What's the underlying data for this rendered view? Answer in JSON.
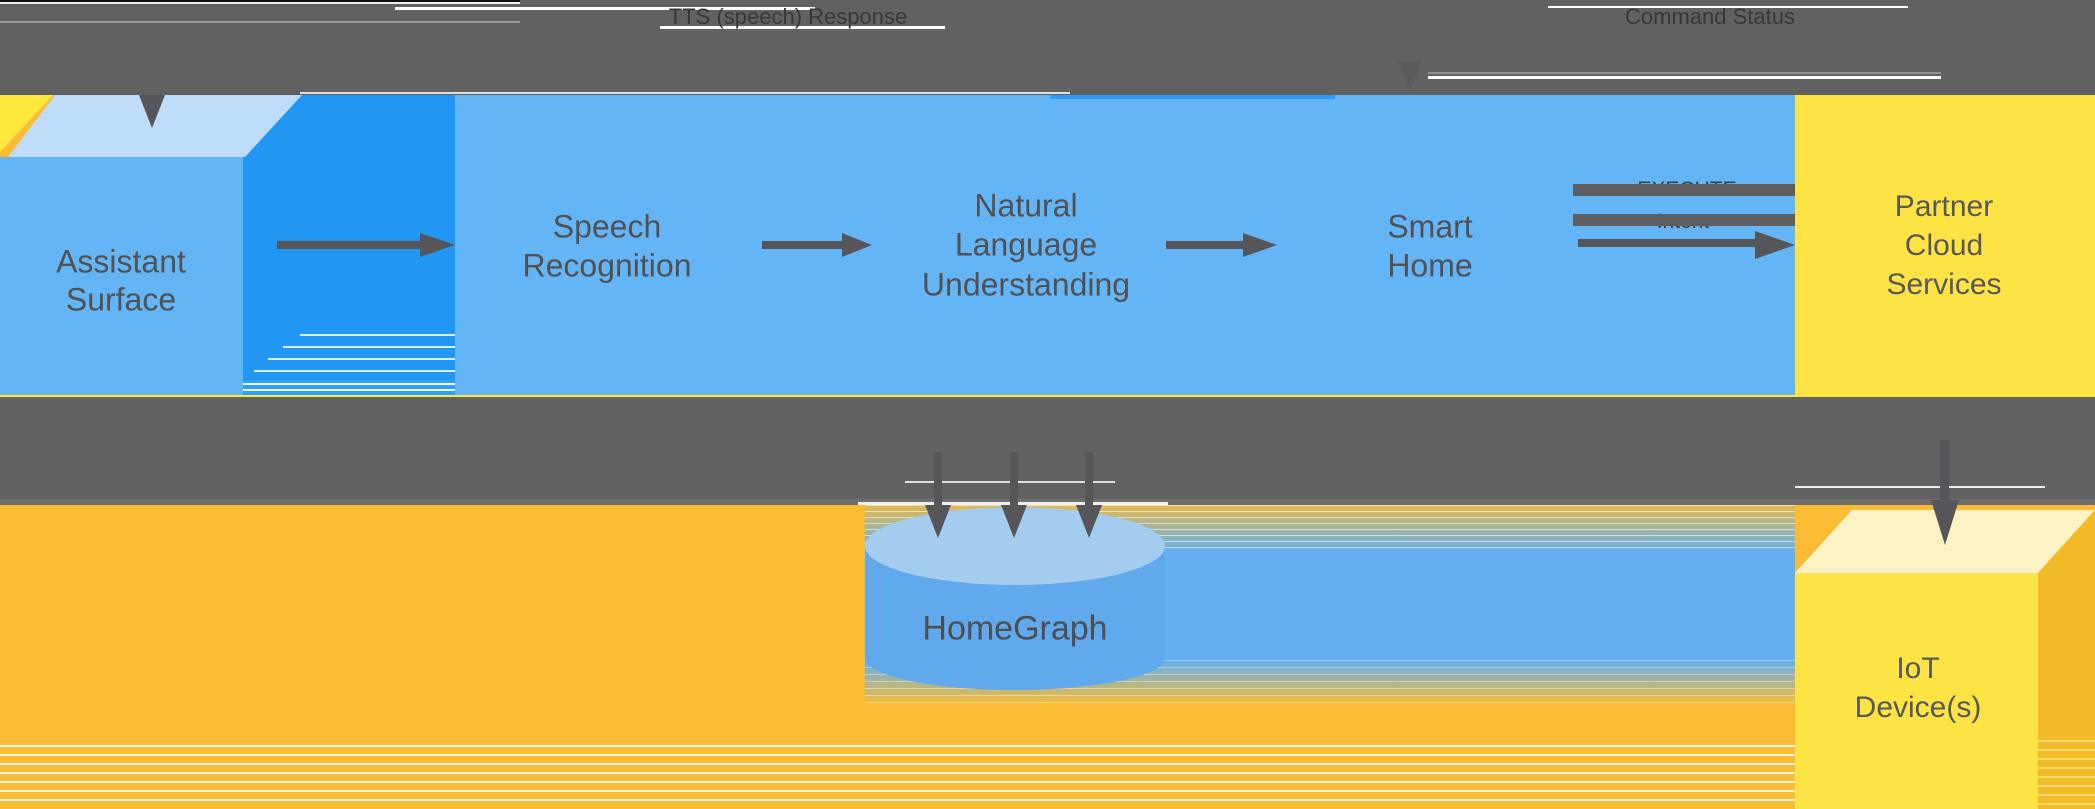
{
  "title": "Google Assistant smart home architecture diagram (glitched screenshot)",
  "colors": {
    "glitch_band_gray": "#616161",
    "arrow_gray": "#56565A",
    "pipeline_panel_blue": "#64B5F6",
    "box_side_blue": "#2196F3",
    "box_top_light_blue": "#BFDDF8",
    "cylinder_top_blue": "#A4CCEE",
    "cylinder_body_blue": "#60A9EC",
    "partner_yellow": "#FDE444",
    "iot_top_pale_yellow": "#FBF3C4",
    "iot_side_orange": "#F3BA28",
    "background_orange": "#F9BC34",
    "label_text_gray": "#515154"
  },
  "annotations": {
    "tts_response": "TTS (speech) Response",
    "command_status": "Command Status"
  },
  "labels": {
    "assistant": [
      "Assistant",
      "Surface"
    ],
    "speech": [
      "Speech",
      "Recognition"
    ],
    "nlu": [
      "Natural",
      "Language",
      "Understanding"
    ],
    "smart_home": [
      "Smart",
      "Home"
    ],
    "partner": [
      "Partner",
      "Cloud",
      "Services"
    ],
    "execute": [
      "EXECUTE",
      "Intent"
    ],
    "homegraph": "HomeGraph",
    "iot": [
      "IoT",
      "Device(s)"
    ]
  },
  "diagram": {
    "nodes": [
      {
        "id": "assistant-surface",
        "label": "Assistant Surface",
        "shape": "3d-box",
        "color": "#64B5F6"
      },
      {
        "id": "speech-recognition",
        "label": "Speech Recognition",
        "shape": "panel-section",
        "color": "#64B5F6"
      },
      {
        "id": "natural-language-understanding",
        "label": "Natural Language Understanding",
        "shape": "panel-section",
        "color": "#64B5F6"
      },
      {
        "id": "smart-home",
        "label": "Smart Home",
        "shape": "panel-section",
        "color": "#64B5F6"
      },
      {
        "id": "partner-cloud-services",
        "label": "Partner Cloud Services",
        "shape": "box",
        "color": "#FDE444"
      },
      {
        "id": "homegraph",
        "label": "HomeGraph",
        "shape": "database-cylinder",
        "color": "#60A9EC"
      },
      {
        "id": "iot-devices",
        "label": "IoT Device(s)",
        "shape": "3d-box",
        "color": "#FDE444"
      }
    ],
    "edges": [
      {
        "from": "user",
        "to": "assistant-surface",
        "label": ""
      },
      {
        "from": "assistant-surface",
        "to": "speech-recognition",
        "label": ""
      },
      {
        "from": "speech-recognition",
        "to": "natural-language-understanding",
        "label": ""
      },
      {
        "from": "natural-language-understanding",
        "to": "smart-home",
        "label": ""
      },
      {
        "from": "smart-home",
        "to": "partner-cloud-services",
        "label": "EXECUTE Intent"
      },
      {
        "from": "smart-home",
        "to": "homegraph",
        "label": "",
        "note": "three parallel down arrows"
      },
      {
        "from": "partner-cloud-services",
        "to": "iot-devices",
        "label": ""
      },
      {
        "from": "return-path-left",
        "to": "assistant-surface",
        "label": "TTS (speech) Response"
      },
      {
        "from": "return-path-right",
        "to": "smart-home",
        "label": "Command Status"
      }
    ]
  }
}
